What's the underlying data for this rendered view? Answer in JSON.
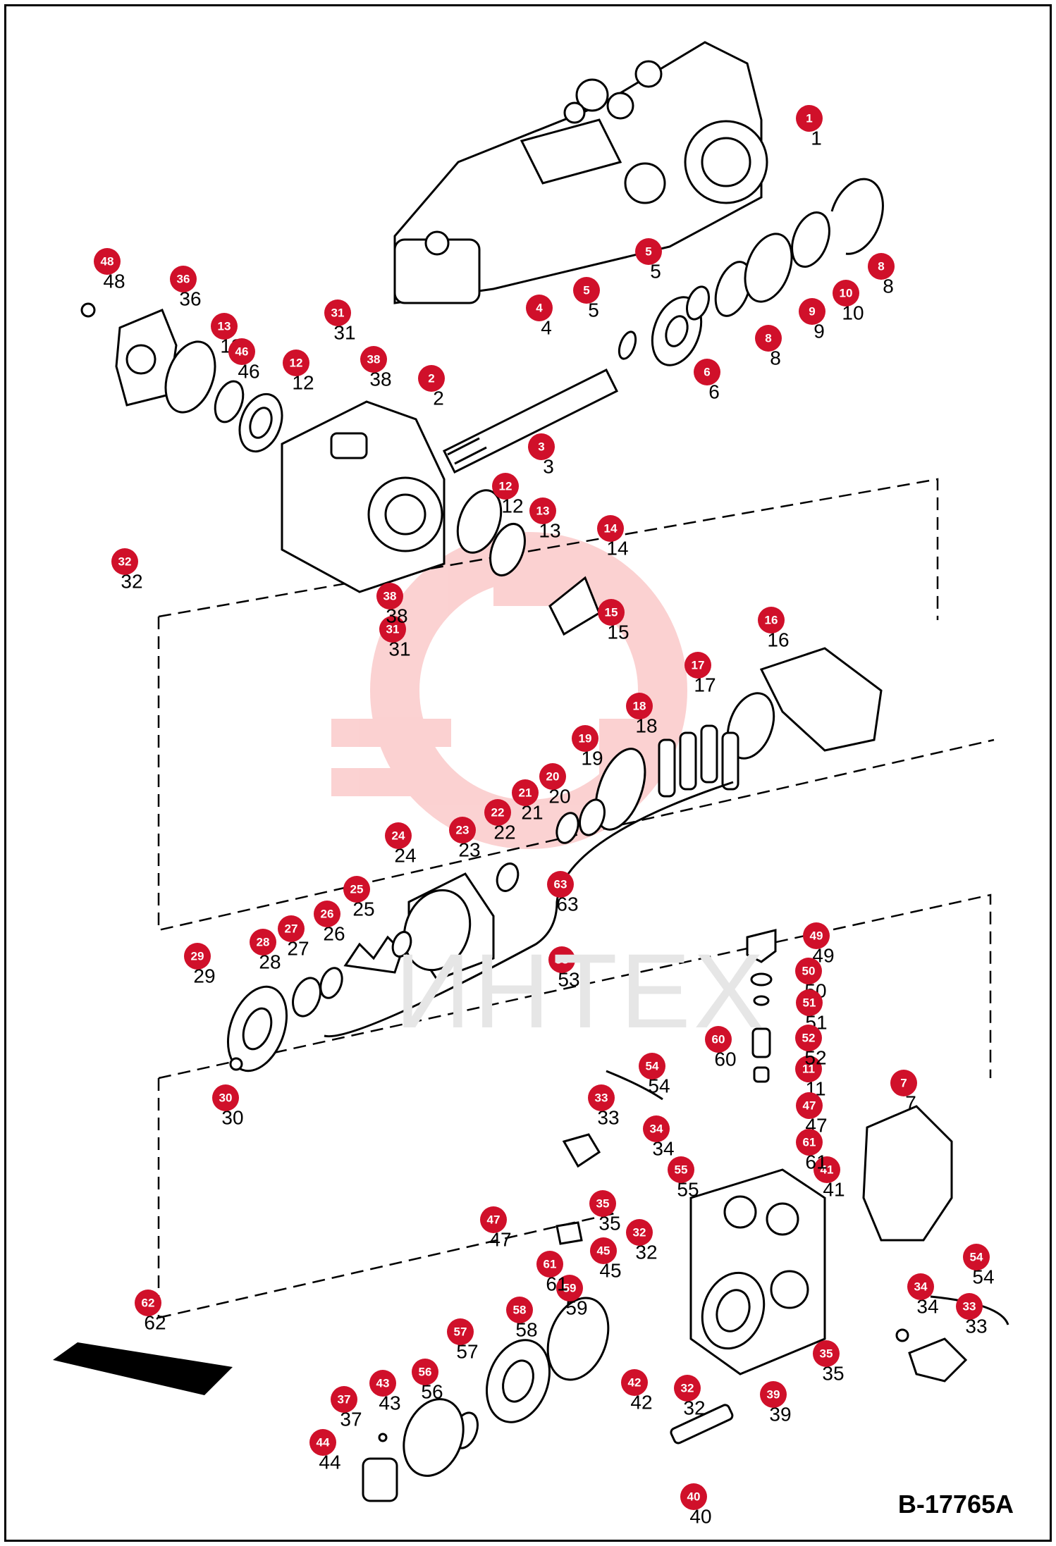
{
  "document": {
    "code": "B-17765A",
    "watermark": "ИНТЕХ"
  },
  "colors": {
    "callout": "#d0102a",
    "line": "#000000",
    "watermark": "#f2c7c7"
  },
  "callouts": [
    {
      "id": "1"
    },
    {
      "id": "2"
    },
    {
      "id": "3"
    },
    {
      "id": "4"
    },
    {
      "id": "5a",
      "label": "5"
    },
    {
      "id": "5b",
      "label": "5"
    },
    {
      "id": "6"
    },
    {
      "id": "7"
    },
    {
      "id": "8a",
      "label": "8"
    },
    {
      "id": "8b",
      "label": "8"
    },
    {
      "id": "9"
    },
    {
      "id": "10"
    },
    {
      "id": "11"
    },
    {
      "id": "12a",
      "label": "12"
    },
    {
      "id": "12b",
      "label": "12"
    },
    {
      "id": "13a",
      "label": "13"
    },
    {
      "id": "13b",
      "label": "13"
    },
    {
      "id": "14"
    },
    {
      "id": "15"
    },
    {
      "id": "16"
    },
    {
      "id": "17"
    },
    {
      "id": "18"
    },
    {
      "id": "19"
    },
    {
      "id": "20"
    },
    {
      "id": "21"
    },
    {
      "id": "22"
    },
    {
      "id": "23"
    },
    {
      "id": "24"
    },
    {
      "id": "25"
    },
    {
      "id": "26"
    },
    {
      "id": "27"
    },
    {
      "id": "28"
    },
    {
      "id": "29"
    },
    {
      "id": "30"
    },
    {
      "id": "31a",
      "label": "31"
    },
    {
      "id": "31b",
      "label": "31"
    },
    {
      "id": "32a",
      "label": "32"
    },
    {
      "id": "32b",
      "label": "32"
    },
    {
      "id": "32c",
      "label": "32"
    },
    {
      "id": "33a",
      "label": "33"
    },
    {
      "id": "33b",
      "label": "33"
    },
    {
      "id": "34a",
      "label": "34"
    },
    {
      "id": "34b",
      "label": "34"
    },
    {
      "id": "35a",
      "label": "35"
    },
    {
      "id": "35b",
      "label": "35"
    },
    {
      "id": "36"
    },
    {
      "id": "37"
    },
    {
      "id": "38a",
      "label": "38"
    },
    {
      "id": "38b",
      "label": "38"
    },
    {
      "id": "39"
    },
    {
      "id": "40"
    },
    {
      "id": "41"
    },
    {
      "id": "42"
    },
    {
      "id": "43"
    },
    {
      "id": "44"
    },
    {
      "id": "45"
    },
    {
      "id": "46"
    },
    {
      "id": "47a",
      "label": "47"
    },
    {
      "id": "47b",
      "label": "47"
    },
    {
      "id": "48"
    },
    {
      "id": "49"
    },
    {
      "id": "50"
    },
    {
      "id": "51"
    },
    {
      "id": "52"
    },
    {
      "id": "53"
    },
    {
      "id": "54a",
      "label": "54"
    },
    {
      "id": "54b",
      "label": "54"
    },
    {
      "id": "55"
    },
    {
      "id": "56"
    },
    {
      "id": "57"
    },
    {
      "id": "58"
    },
    {
      "id": "59"
    },
    {
      "id": "60"
    },
    {
      "id": "61a",
      "label": "61"
    },
    {
      "id": "61b",
      "label": "61"
    },
    {
      "id": "62"
    },
    {
      "id": "63"
    }
  ]
}
